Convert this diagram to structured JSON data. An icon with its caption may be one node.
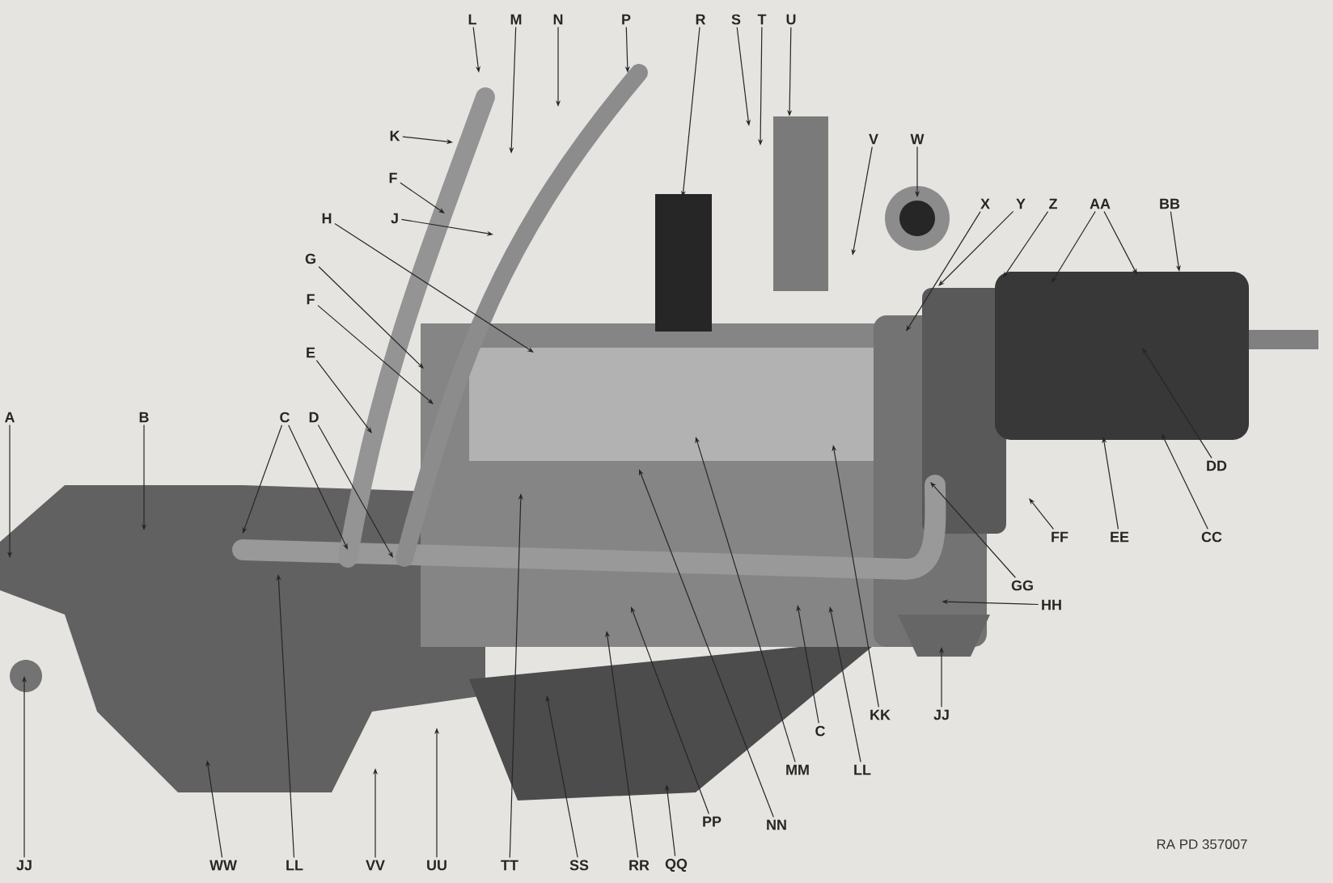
{
  "diagram": {
    "nodes": [
      {
        "text": [
          "L"
        ]
      },
      {
        "text": [
          "M"
        ]
      },
      {
        "text": [
          "N"
        ]
      },
      {
        "text": [
          "P"
        ]
      },
      {
        "text": [
          "R"
        ]
      },
      {
        "text": [
          "S"
        ]
      },
      {
        "text": [
          "T"
        ]
      },
      {
        "text": [
          "U"
        ]
      },
      {
        "text": [
          "K"
        ]
      },
      {
        "text": [
          "F"
        ]
      },
      {
        "text": [
          "J"
        ]
      },
      {
        "text": [
          "H"
        ]
      },
      {
        "text": [
          "V"
        ]
      },
      {
        "text": [
          "W"
        ]
      },
      {
        "text": [
          "G"
        ]
      },
      {
        "text": [
          "F"
        ]
      },
      {
        "text": [
          "X"
        ]
      },
      {
        "text": [
          "Y"
        ]
      },
      {
        "text": [
          "Z"
        ]
      },
      {
        "text": [
          "AA"
        ]
      },
      {
        "text": [
          "BB"
        ]
      },
      {
        "text": [
          "E"
        ]
      },
      {
        "text": [
          "A"
        ]
      },
      {
        "text": [
          "B"
        ]
      },
      {
        "text": [
          "C"
        ]
      },
      {
        "text": [
          "D"
        ]
      },
      {
        "text": [
          "DD"
        ]
      },
      {
        "text": [
          "EE"
        ]
      },
      {
        "text": [
          "CC"
        ]
      },
      {
        "text": [
          "FF"
        ]
      },
      {
        "text": [
          "GG"
        ]
      },
      {
        "text": [
          "HH"
        ]
      },
      {
        "text": [
          "KK"
        ]
      },
      {
        "text": [
          "JJ"
        ]
      },
      {
        "text": [
          "C"
        ]
      },
      {
        "text": [
          "MM"
        ]
      },
      {
        "text": [
          "LL"
        ]
      },
      {
        "text": [
          "PP"
        ]
      },
      {
        "text": [
          "NN"
        ]
      },
      {
        "text": [
          "JJ"
        ]
      },
      {
        "text": [
          "WW"
        ]
      },
      {
        "text": [
          "LL"
        ]
      },
      {
        "text": [
          "VV"
        ]
      },
      {
        "text": [
          "UU"
        ]
      },
      {
        "text": [
          "TT"
        ]
      },
      {
        "text": [
          "SS"
        ]
      },
      {
        "text": [
          "RR"
        ]
      },
      {
        "text": [
          "QQ"
        ]
      }
    ],
    "edges": [
      {
        "from": 0,
        "to": null,
        "arrow": "to"
      },
      {
        "from": 1,
        "to": null,
        "arrow": "to"
      },
      {
        "from": 2,
        "to": null,
        "arrow": "to"
      },
      {
        "from": 3,
        "to": null,
        "arrow": "to"
      },
      {
        "from": 4,
        "to": null,
        "arrow": "to"
      },
      {
        "from": 5,
        "to": null,
        "arrow": "to"
      },
      {
        "from": 6,
        "to": null,
        "arrow": "to"
      },
      {
        "from": 7,
        "to": null,
        "arrow": "to"
      },
      {
        "from": 8,
        "to": null,
        "arrow": "to"
      },
      {
        "from": 9,
        "to": null,
        "arrow": "to"
      },
      {
        "from": 10,
        "to": null,
        "arrow": "to"
      },
      {
        "from": 11,
        "to": null,
        "arrow": "to"
      },
      {
        "from": 12,
        "to": null,
        "arrow": "to"
      },
      {
        "from": 13,
        "to": null,
        "arrow": "to"
      },
      {
        "from": 14,
        "to": null,
        "arrow": "to"
      },
      {
        "from": 15,
        "to": null,
        "arrow": "to"
      },
      {
        "from": 16,
        "to": null,
        "arrow": "to"
      },
      {
        "from": 17,
        "to": null,
        "arrow": "to"
      },
      {
        "from": 18,
        "to": null,
        "arrow": "to"
      },
      {
        "from": 19,
        "to": null,
        "arrow": "to"
      },
      {
        "from": 19,
        "to": null,
        "arrow": "to"
      },
      {
        "from": 20,
        "to": null,
        "arrow": "to"
      },
      {
        "from": 21,
        "to": null,
        "arrow": "to"
      },
      {
        "from": 22,
        "to": null,
        "arrow": "to"
      },
      {
        "from": 23,
        "to": null,
        "arrow": "to"
      },
      {
        "from": 24,
        "to": null,
        "arrow": "to"
      },
      {
        "from": 24,
        "to": null,
        "arrow": "to"
      },
      {
        "from": 25,
        "to": null,
        "arrow": "to"
      },
      {
        "from": 26,
        "to": null,
        "arrow": "to"
      },
      {
        "from": 27,
        "to": null,
        "arrow": "to"
      },
      {
        "from": 28,
        "to": null,
        "arrow": "to"
      },
      {
        "from": 29,
        "to": null,
        "arrow": "to"
      },
      {
        "from": 30,
        "to": null,
        "arrow": "to"
      },
      {
        "from": 31,
        "to": null,
        "arrow": "to"
      },
      {
        "from": 32,
        "to": null,
        "arrow": "to"
      },
      {
        "from": 33,
        "to": null,
        "arrow": "to"
      },
      {
        "from": 34,
        "to": null,
        "arrow": "to"
      },
      {
        "from": 35,
        "to": null,
        "arrow": "to"
      },
      {
        "from": 36,
        "to": null,
        "arrow": "to"
      },
      {
        "from": 37,
        "to": null,
        "arrow": "to"
      },
      {
        "from": 38,
        "to": null,
        "arrow": "to"
      },
      {
        "from": 39,
        "to": null,
        "arrow": "to"
      },
      {
        "from": 40,
        "to": null,
        "arrow": "to"
      },
      {
        "from": 41,
        "to": null,
        "arrow": "to"
      },
      {
        "from": 42,
        "to": null,
        "arrow": "to"
      },
      {
        "from": 43,
        "to": null,
        "arrow": "to"
      },
      {
        "from": 44,
        "to": null,
        "arrow": "to"
      },
      {
        "from": 45,
        "to": null,
        "arrow": "to"
      },
      {
        "from": 46,
        "to": null,
        "arrow": "to"
      },
      {
        "from": 47,
        "to": null,
        "arrow": "to"
      }
    ],
    "labels": [
      "RA PD 357007"
    ]
  }
}
